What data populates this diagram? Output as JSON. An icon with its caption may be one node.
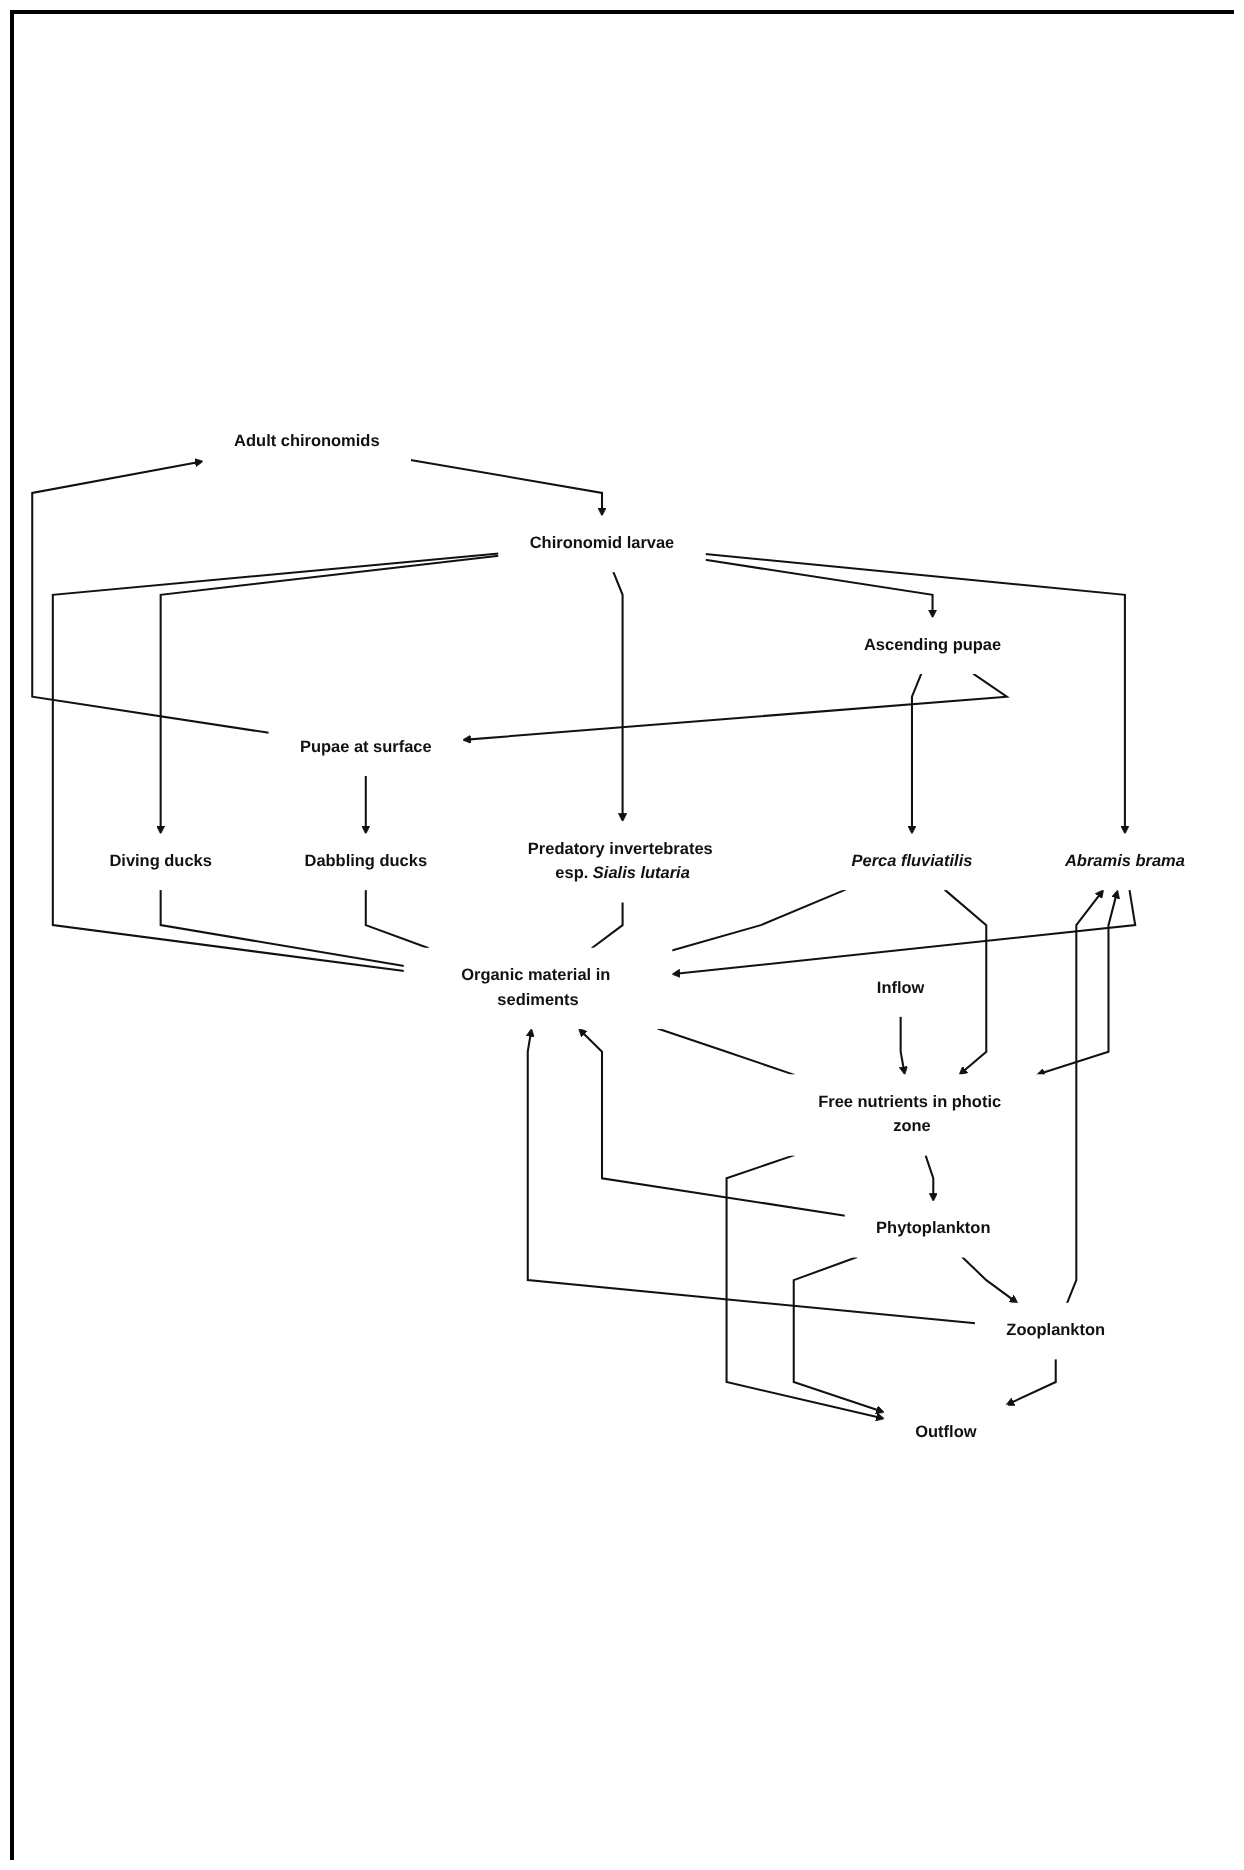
{
  "diagram": {
    "nodes": [
      {
        "text": [
          "Abramis brama"
        ]
      },
      {
        "text": [
          "Organic material in sediments"
        ]
      },
      {
        "text": [
          "Phytoplankton"
        ]
      },
      {
        "text": [
          "Free nutrients in photic zone"
        ]
      },
      {
        "text": [
          "Zooplankton"
        ]
      },
      {
        "text": [
          "Outflow"
        ]
      },
      {
        "text": [
          "Inflow"
        ]
      },
      {
        "text": [
          "Adult chironomids"
        ]
      },
      {
        "text": [
          "Pupae at surface"
        ]
      },
      {
        "text": [
          "Dabbling ducks"
        ]
      },
      {
        "text": [
          "Chironomid larvae"
        ]
      },
      {
        "text": [
          "Ascending pupae"
        ]
      },
      {
        "text": [
          "Perca fluviatilis"
        ]
      },
      {
        "text": [
          "Predatory invertebrates esp. *Sialis lutaria*"
        ]
      },
      {
        "text": [
          "Diving ducks"
        ]
      }
    ],
    "edges": [
      {
        "from": 0,
        "to": 1,
        "arrow": "to"
      },
      {
        "from": 4,
        "to": 1,
        "arrow": "to"
      },
      {
        "from": 2,
        "to": 1,
        "arrow": "to"
      },
      {
        "from": 4,
        "to": 0,
        "arrow": "to"
      },
      {
        "from": 2,
        "to": 4,
        "arrow": "to"
      },
      {
        "from": 2,
        "to": 5,
        "arrow": "to"
      },
      {
        "from": 3,
        "to": 2,
        "arrow": "to"
      },
      {
        "from": 1,
        "to": 3,
        "arrow": "none"
      },
      {
        "from": 4,
        "to": 5,
        "arrow": "to"
      },
      {
        "from": 3,
        "to": 5,
        "arrow": "to"
      },
      {
        "from": 0,
        "to": 3,
        "arrow": "both"
      },
      {
        "from": 6,
        "to": 3,
        "arrow": "to"
      },
      {
        "from": 12,
        "to": 3,
        "arrow": "to"
      },
      {
        "from": 10,
        "to": 0,
        "arrow": "to"
      },
      {
        "from": 8,
        "to": 7,
        "arrow": "to"
      },
      {
        "from": 8,
        "to": 9,
        "arrow": "to"
      },
      {
        "from": 7,
        "to": 10,
        "arrow": "to"
      },
      {
        "from": 11,
        "to": 8,
        "arrow": "to"
      },
      {
        "from": 10,
        "to": 11,
        "arrow": "to"
      },
      {
        "from": 11,
        "to": 12,
        "arrow": "to"
      },
      {
        "from": 10,
        "to": 13,
        "arrow": "to"
      },
      {
        "from": 10,
        "to": 14,
        "arrow": "to"
      },
      {
        "from": 9,
        "to": 1,
        "arrow": "none"
      },
      {
        "from": 12,
        "to": 1,
        "arrow": "none"
      },
      {
        "from": 10,
        "to": 1,
        "arrow": "none"
      },
      {
        "from": 13,
        "to": 1,
        "arrow": "none"
      },
      {
        "from": 14,
        "to": 1,
        "arrow": "none"
      }
    ]
  }
}
